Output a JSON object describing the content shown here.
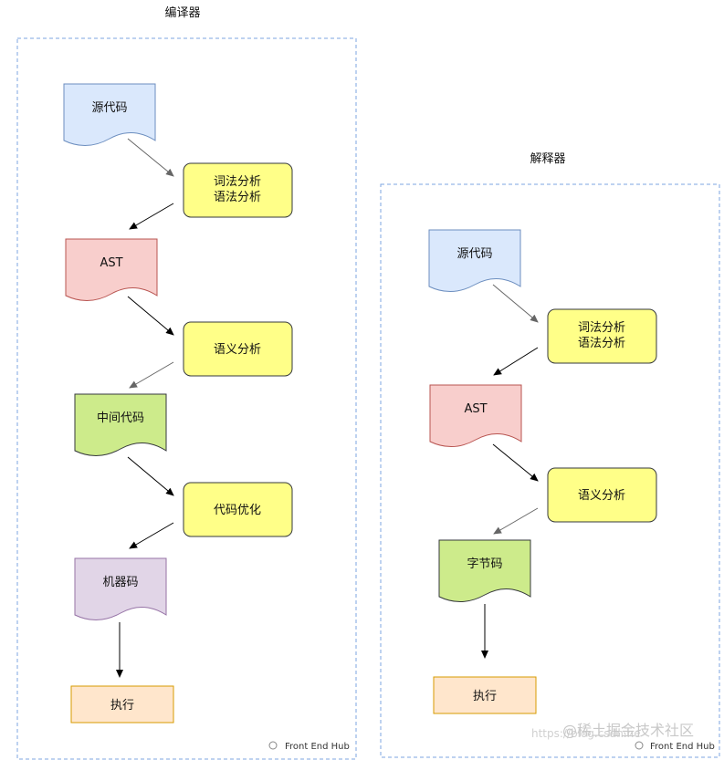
{
  "compiler": {
    "title": "编译器",
    "source": "源代码",
    "lex_line1": "词法分析",
    "lex_line2": "语法分析",
    "ast": "AST",
    "semantic": "语义分析",
    "ir": "中间代码",
    "optimize": "代码优化",
    "machine": "机器码",
    "execute": "执行"
  },
  "interpreter": {
    "title": "解释器",
    "source": "源代码",
    "lex_line1": "词法分析",
    "lex_line2": "语法分析",
    "ast": "AST",
    "semantic": "语义分析",
    "bytecode": "字节码",
    "execute": "执行"
  },
  "watermarks": {
    "front_end_hub": "Front End Hub",
    "juejin": "@稀土掘金技术社区",
    "csdn": "https://blog.csdn.ne"
  },
  "colors": {
    "document_blue": "#dae8fc",
    "document_blue_stroke": "#6c8ebf",
    "process_yellow": "#ffff88",
    "process_yellow_stroke": "#36393d",
    "ast_red": "#f8cecc",
    "ast_red_stroke": "#b85450",
    "ir_green": "#cdeb8b",
    "ir_green_stroke": "#36393d",
    "machine_purple": "#e1d5e7",
    "machine_purple_stroke": "#9673a6",
    "exec_orange": "#ffe6cc",
    "exec_orange_stroke": "#d79b00",
    "container_border": "#7ea6e0"
  }
}
